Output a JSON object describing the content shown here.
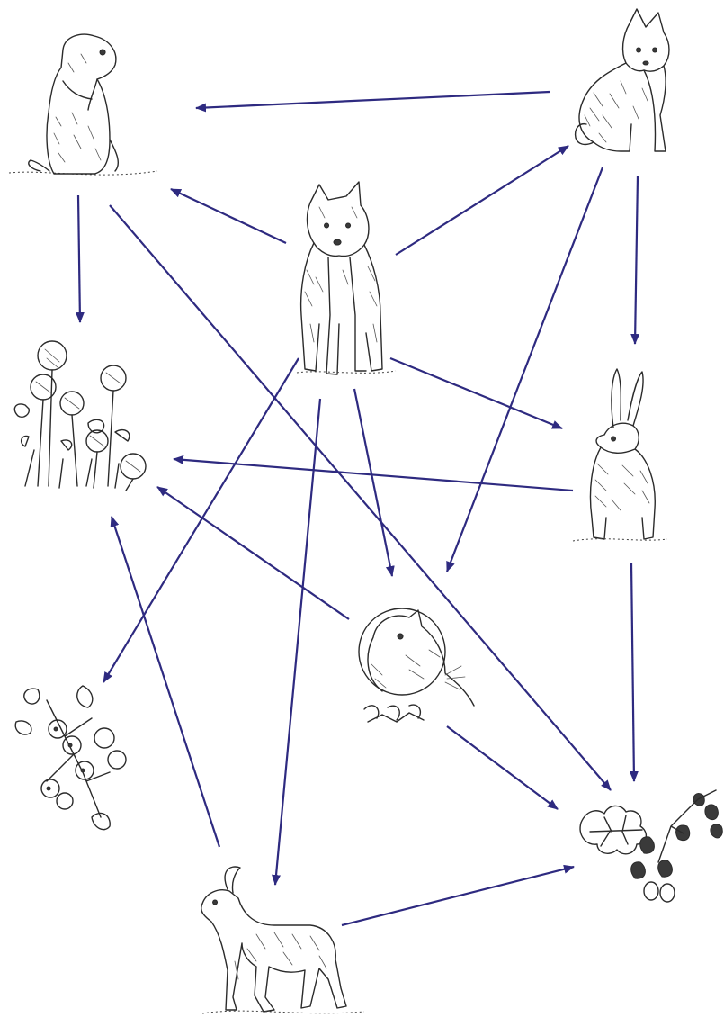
{
  "diagram": {
    "type": "food-web",
    "arrow_color": "#2e2a80",
    "organisms": [
      {
        "id": "marmot",
        "icon": "marmot-icon"
      },
      {
        "id": "fox",
        "icon": "fox-icon"
      },
      {
        "id": "wolf",
        "icon": "wolf-icon"
      },
      {
        "id": "clover",
        "icon": "clover-icon"
      },
      {
        "id": "hare",
        "icon": "hare-icon"
      },
      {
        "id": "mouse",
        "icon": "mouse-icon"
      },
      {
        "id": "berries",
        "icon": "berry-branch-icon"
      },
      {
        "id": "oak",
        "icon": "oak-leaves-icon"
      },
      {
        "id": "ibex",
        "icon": "ibex-icon"
      }
    ],
    "edges": [
      {
        "from": "fox",
        "to": "marmot"
      },
      {
        "from": "wolf",
        "to": "marmot"
      },
      {
        "from": "wolf",
        "to": "fox"
      },
      {
        "from": "marmot",
        "to": "clover"
      },
      {
        "from": "marmot",
        "to": "oak"
      },
      {
        "from": "fox",
        "to": "hare"
      },
      {
        "from": "fox",
        "to": "mouse"
      },
      {
        "from": "wolf",
        "to": "hare"
      },
      {
        "from": "wolf",
        "to": "berries"
      },
      {
        "from": "wolf",
        "to": "ibex"
      },
      {
        "from": "wolf",
        "to": "mouse"
      },
      {
        "from": "hare",
        "to": "clover"
      },
      {
        "from": "hare",
        "to": "oak"
      },
      {
        "from": "mouse",
        "to": "clover"
      },
      {
        "from": "mouse",
        "to": "oak"
      },
      {
        "from": "ibex",
        "to": "clover"
      },
      {
        "from": "ibex",
        "to": "oak"
      }
    ]
  }
}
